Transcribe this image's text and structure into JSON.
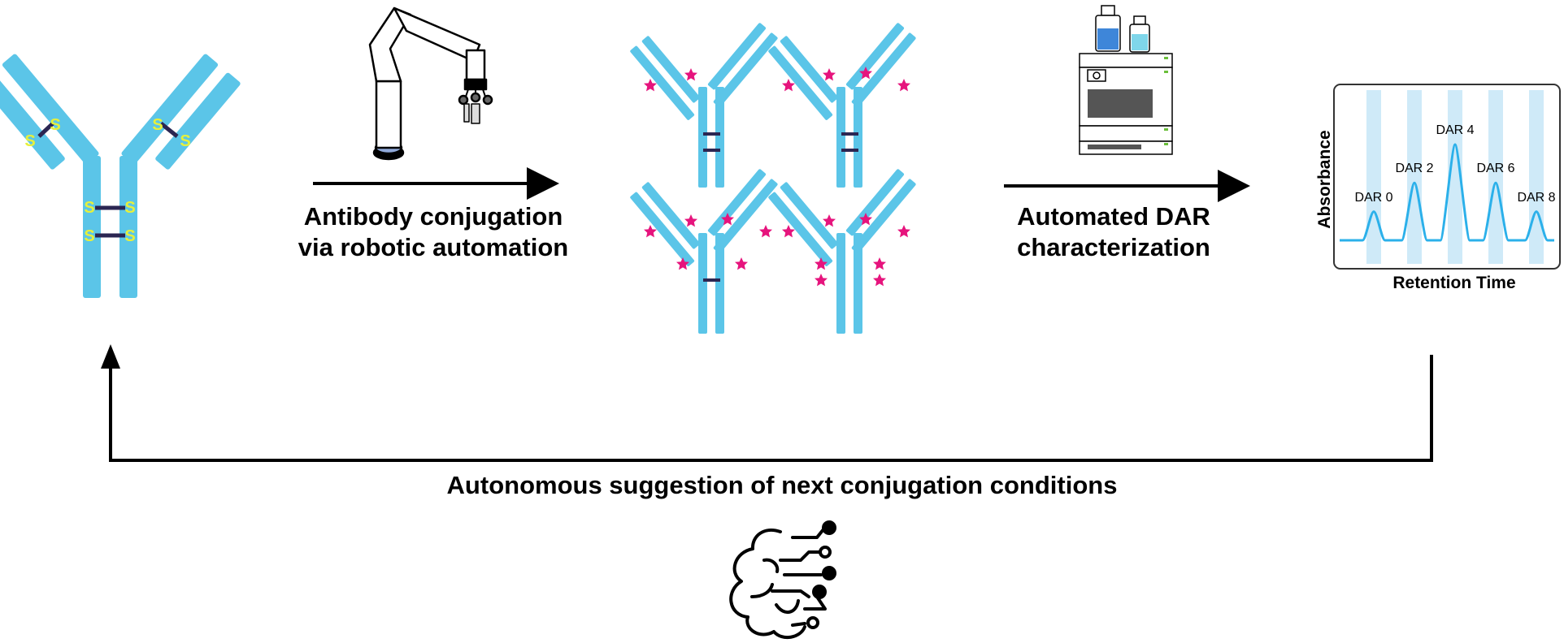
{
  "steps": {
    "conjugation_line1": "Antibody conjugation",
    "conjugation_line2": "via robotic automation",
    "dar_line1": "Automated DAR",
    "dar_line2": "characterization"
  },
  "feedback_label": "Autonomous suggestion of next conjugation conditions",
  "disulfide_letter": "S",
  "chromatogram": {
    "xlabel": "Retention Time",
    "ylabel": "Absorbance",
    "peaks": [
      {
        "label": "DAR 0",
        "height": 0.3
      },
      {
        "label": "DAR 2",
        "height": 0.6
      },
      {
        "label": "DAR 4",
        "height": 1.0
      },
      {
        "label": "DAR 6",
        "height": 0.6
      },
      {
        "label": "DAR 8",
        "height": 0.3
      }
    ]
  },
  "colors": {
    "antibody": "#5BC5E8",
    "disulfide_bond": "#2B2652",
    "sulfur": "#E6F03C",
    "drug_payload": "#E6147D",
    "trace": "#2BB0EA",
    "peak_band": "#CFEAF8",
    "vial_dark": "#3E86D9",
    "vial_light": "#7FD6EA"
  },
  "icons": [
    "robotic-arm-icon",
    "hplc-instrument-icon",
    "ai-brain-circuit-icon"
  ]
}
